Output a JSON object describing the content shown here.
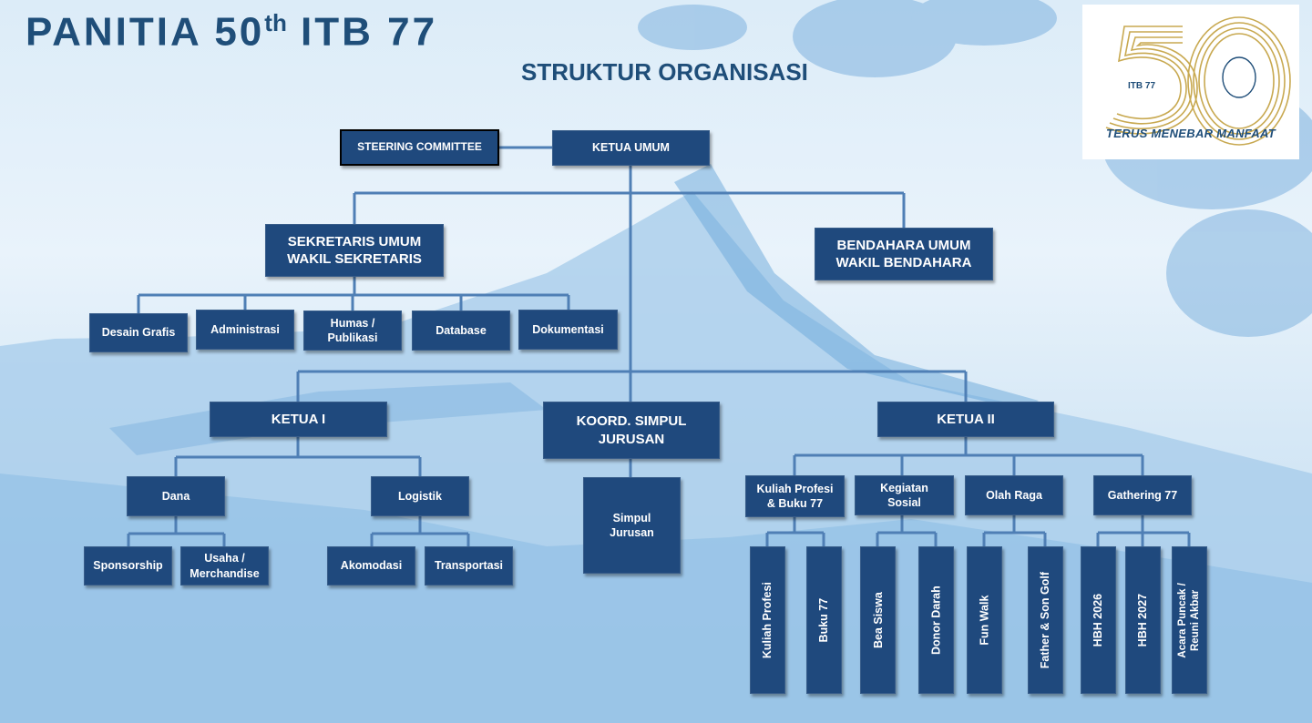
{
  "header": {
    "title_main": "PANITIA 50",
    "title_sup": "th",
    "title_tail": " ITB 77",
    "subtitle": "STRUKTUR ORGANISASI"
  },
  "logo": {
    "number": "50",
    "badge": "ITB 77",
    "tagline": "TERUS MENEBAR MANFAAT"
  },
  "colors": {
    "box_fill": "#1f497d",
    "connector": "#4f7fb5",
    "title": "#1f4e79",
    "logo_gold": "#c8a951"
  },
  "boxes": {
    "steering_committee": "STEERING COMMITTEE",
    "ketua_umum": "KETUA UMUM",
    "sekretaris": "SEKRETARIS UMUM\nWAKIL SEKRETARIS",
    "bendahara": "BENDAHARA UMUM\nWAKIL BENDAHARA",
    "desain_grafis": "Desain Grafis",
    "administrasi": "Administrasi",
    "humas": "Humas /\nPublikasi",
    "database": "Database",
    "dokumentasi": "Dokumentasi",
    "ketua_1": "KETUA I",
    "koord_simpul": "KOORD. SIMPUL\nJURUSAN",
    "ketua_2": "KETUA II",
    "dana": "Dana",
    "logistik": "Logistik",
    "simpul_jurusan": "Simpul\nJurusan",
    "kuliah_buku": "Kuliah Profesi\n& Buku 77",
    "kegiatan_sosial": "Kegiatan\nSosial",
    "olah_raga": "Olah Raga",
    "gathering": "Gathering 77",
    "sponsorship": "Sponsorship",
    "usaha": "Usaha /\nMerchandise",
    "akomodasi": "Akomodasi",
    "transportasi": "Transportasi",
    "kuliah_profesi": "Kuliah Profesi",
    "buku_77": "Buku 77",
    "bea_siswa": "Bea Siswa",
    "donor_darah": "Donor Darah",
    "fun_walk": "Fun Walk",
    "father_son_golf": "Father & Son Golf",
    "hbh_2026": "HBH 2026",
    "hbh_2027": "HBH 2027",
    "acara_puncak": "Acara Puncak /\nReuni Akbar"
  }
}
